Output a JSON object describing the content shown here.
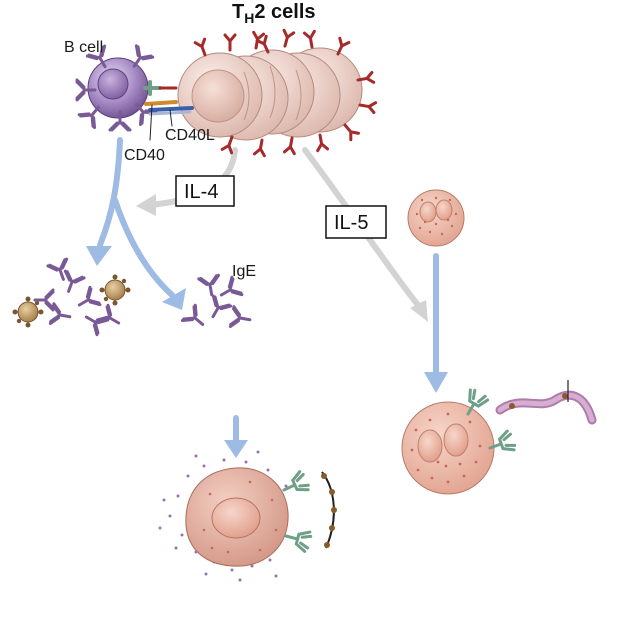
{
  "title": {
    "prefix": "T",
    "subscript": "H",
    "suffix": "2 cells"
  },
  "labels": {
    "b_cell": "B cell",
    "cd40l": "CD40L",
    "cd40": "CD40",
    "il4": "IL-4",
    "il5": "IL-5",
    "ige": "IgE"
  },
  "colors": {
    "b_cell": "#8f6fb0",
    "th2_cell": "#ecd3cc",
    "antibody": "#7a5a96",
    "receptor_red": "#a52a2a",
    "receptor_green": "#6f9f86",
    "blue_arrow": "#9dbbe3",
    "gray_arrow": "#d3d3d3",
    "eosinophil": "#e3a796",
    "mast_cell": "#dba596",
    "worm": "#c69ac2",
    "granule": "#9b6fb5",
    "allergen": "#a47b45"
  }
}
